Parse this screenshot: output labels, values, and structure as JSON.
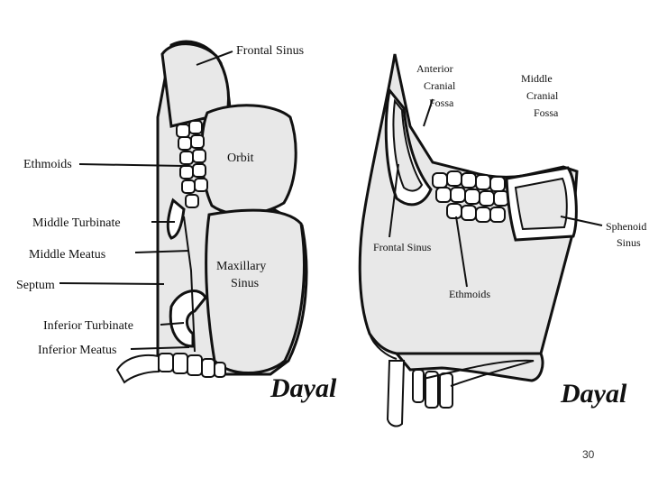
{
  "left_diagram": {
    "labels": {
      "frontal_sinus": "Frontal Sinus",
      "orbit": "Orbit",
      "ethmoids": "Ethmoids",
      "middle_turbinate": "Middle Turbinate",
      "middle_meatus": "Middle Meatus",
      "septum": "Septum",
      "maxillary_sinus_1": "Maxillary",
      "maxillary_sinus_2": "Sinus",
      "inferior_turbinate": "Inferior Turbinate",
      "inferior_meatus": "Inferior Meatus"
    },
    "signature": "Dayal"
  },
  "right_diagram": {
    "labels": {
      "anterior_cranial_fossa_1": "Anterior",
      "anterior_cranial_fossa_2": "Cranial",
      "anterior_cranial_fossa_3": "Fossa",
      "middle_cranial_fossa_1": "Middle",
      "middle_cranial_fossa_2": "Cranial",
      "middle_cranial_fossa_3": "Fossa",
      "frontal_sinus": "Frontal Sinus",
      "ethmoids": "Ethmoids",
      "sphenoid_sinus_1": "Sphenoid",
      "sphenoid_sinus_2": "Sinus"
    },
    "signature": "Dayal"
  },
  "colors": {
    "fill": "#e8e8e8",
    "stroke": "#111111"
  },
  "page_number": "30"
}
